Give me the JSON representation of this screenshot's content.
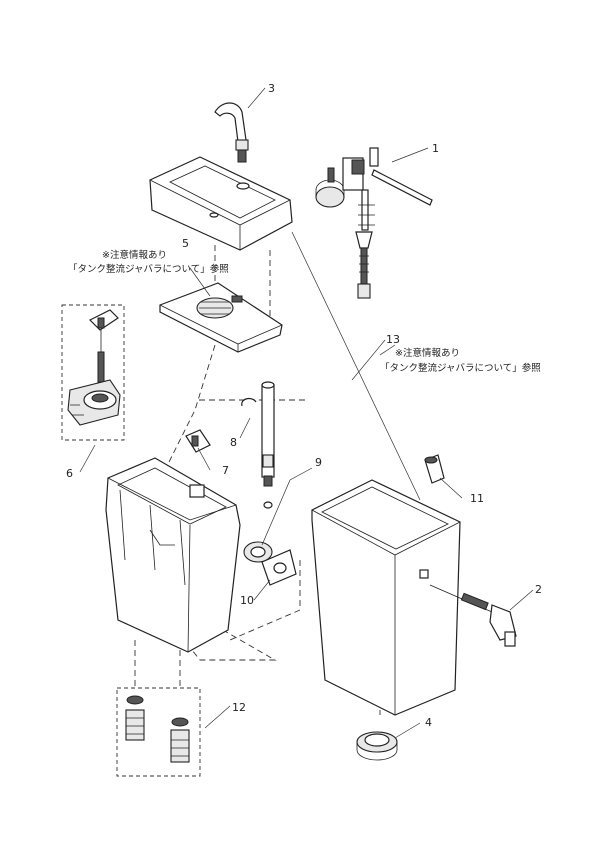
{
  "parts": [
    {
      "number": "1"
    },
    {
      "number": "2"
    },
    {
      "number": "3"
    },
    {
      "number": "4"
    },
    {
      "number": "5",
      "note_line1": "※注意情報あり",
      "note_line2": "「タンク整流ジャバラについて」参照"
    },
    {
      "number": "6"
    },
    {
      "number": "7"
    },
    {
      "number": "8"
    },
    {
      "number": "9"
    },
    {
      "number": "10"
    },
    {
      "number": "11"
    },
    {
      "number": "12"
    },
    {
      "number": "13",
      "note_line1": "※注意情報あり",
      "note_line2": "「タンク整流ジャバラについて」参照"
    }
  ]
}
